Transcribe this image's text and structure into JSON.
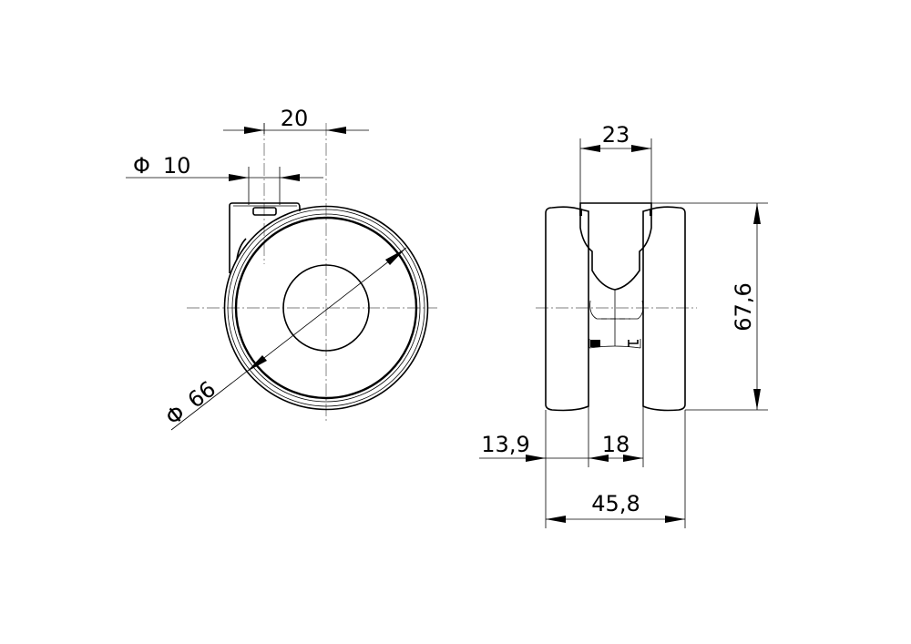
{
  "side_view": {
    "dim_offset": "20",
    "dim_stem_diameter_symbol": "Φ",
    "dim_stem_diameter": "10",
    "dim_wheel_diameter_symbol": "Φ",
    "dim_wheel_diameter": "66"
  },
  "front_view": {
    "dim_fork_width": "23",
    "dim_height": "67,6",
    "dim_wheel_width": "13,9",
    "dim_gap": "18",
    "dim_total_width": "45,8"
  }
}
